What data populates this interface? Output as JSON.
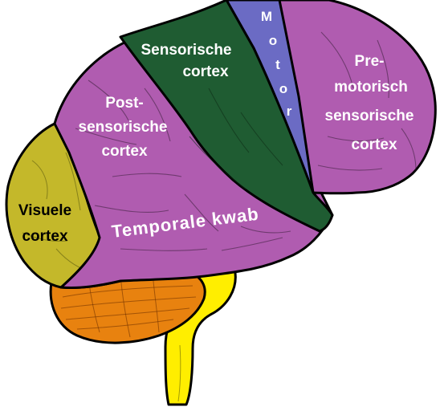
{
  "labels": {
    "sensory_line1": "Sensorische",
    "sensory_line2": "cortex",
    "motor_1": "M",
    "motor_2": "o",
    "motor_3": "t",
    "motor_4": "o",
    "motor_5": "r",
    "premotor_line1": "Pre-",
    "premotor_line2": "motorisch",
    "premotor_line3": "sensorische",
    "premotor_line4": "cortex",
    "postsensory_line1": "Post-",
    "postsensory_line2": "sensorische",
    "postsensory_line3": "cortex",
    "visual_line1": "Visuele",
    "visual_line2": "cortex",
    "temporal": "Temporale kwab"
  },
  "colors": {
    "purple_lobe": "#b05cb0",
    "sensory": "#1f5c32",
    "motor": "#6b6bc4",
    "visual": "#c4b82a",
    "cerebellum": "#e8820f",
    "brainstem": "#ffee00",
    "outline": "#000000"
  }
}
